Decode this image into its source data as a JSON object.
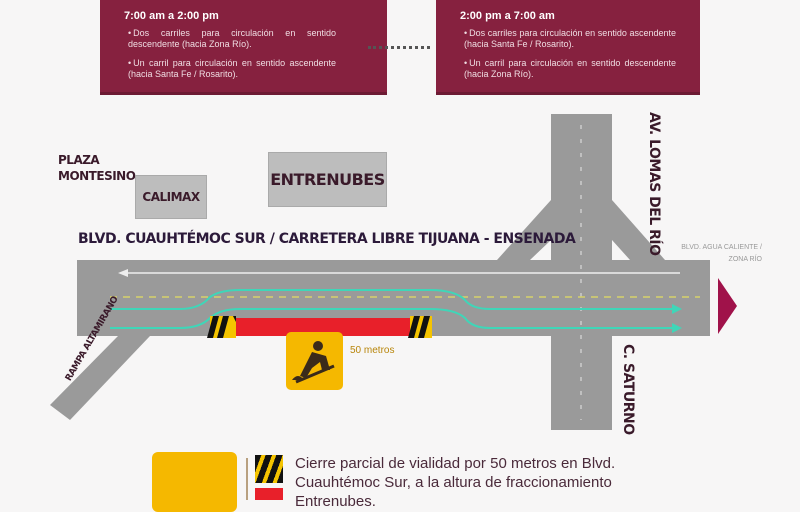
{
  "schedules": [
    {
      "time": "7:00 am a 2:00 pm",
      "items": [
        "Dos carriles para circulación en sentido descendente (hacia Zona Río).",
        "Un carril para circulación en sentido ascendente (hacia Santa Fe / Rosarito)."
      ]
    },
    {
      "time": "2:00 pm a 7:00 am",
      "items": [
        "Dos carriles para circulación en sentido ascendente (hacia Santa Fe / Rosarito).",
        "Un carril para circulación en sentido descendente (hacia Zona Río)."
      ]
    }
  ],
  "map": {
    "plaza": "PLAZA MONTESINO",
    "calimax": "CALIMAX",
    "entrenubes": "ENTRENUBES",
    "road_title": "BLVD. CUAUHTÉMOC SUR / CARRETERA LIBRE TIJUANA - ENSENADA",
    "lomas": "AV. LOMAS DEL RÍO",
    "saturno": "C. SATURNO",
    "agua_caliente": "BLVD. AGUA CALIENTE / ZONA RÍO",
    "ramp": "RAMPA ALTAMIRANO",
    "distance": "50 metros"
  },
  "legend": {
    "text": "Cierre parcial de vialidad por 50 metros en Blvd. Cuauhtémoc Sur, a la altura de fraccionamiento Entrenubes."
  },
  "colors": {
    "brand": "#86213f",
    "road": "#9a9a9a",
    "lane_arrow": "#3fd6b8",
    "closure": "#e8202a",
    "warning": "#f5b800"
  }
}
